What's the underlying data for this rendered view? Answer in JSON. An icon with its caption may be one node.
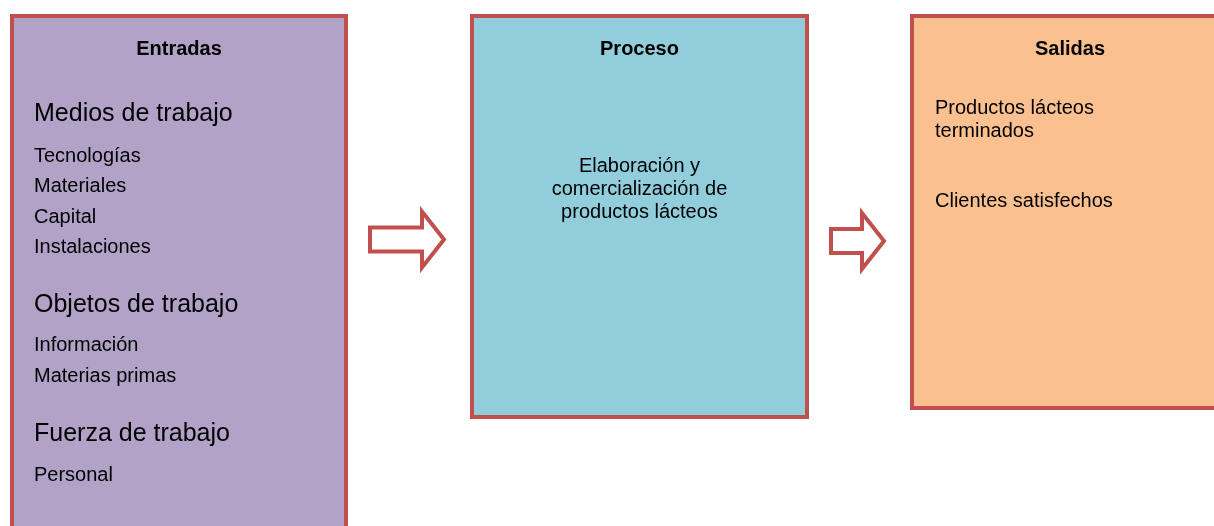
{
  "diagram": {
    "nodes": [
      {
        "text": [
          "Entradas",
          "Medios de trabajo",
          "Tecnologías",
          "Materiales",
          "Capital",
          "Instalaciones",
          "Objetos de trabajo",
          "Información",
          "Materias primas",
          "Fuerza de trabajo",
          "Personal"
        ]
      },
      {
        "text": [
          "Proceso",
          "Elaboración y comercialización de productos lácteos"
        ]
      },
      {
        "text": [
          "Salidas",
          "Productos lácteos terminados",
          "Clientes satisfechos"
        ]
      }
    ],
    "edges": [
      {
        "from": 0,
        "to": 1,
        "arrow": "to"
      },
      {
        "from": 1,
        "to": 2,
        "arrow": "to"
      }
    ]
  }
}
